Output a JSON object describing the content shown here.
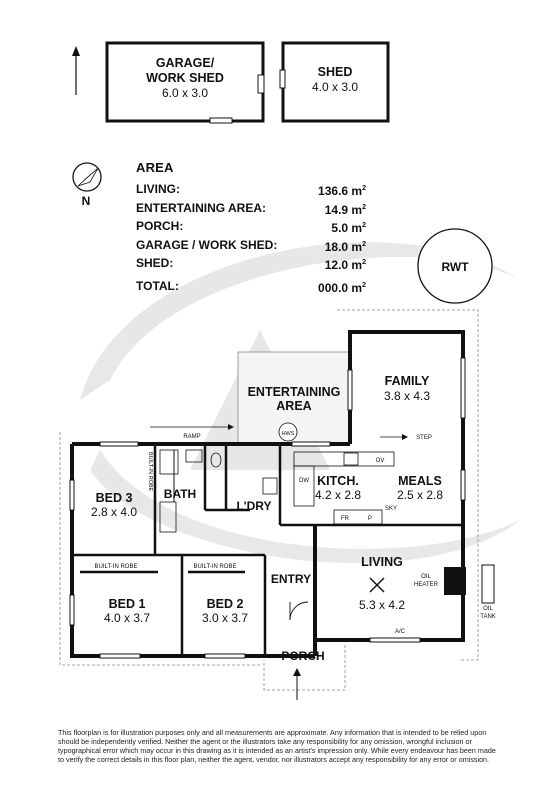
{
  "outbuildings": {
    "garage": {
      "name_line1": "GARAGE/",
      "name_line2": "WORK SHED",
      "size": "6.0 x 3.0"
    },
    "shed": {
      "name": "SHED",
      "size": "4.0 x 3.0"
    }
  },
  "compass": {
    "north_label": "N"
  },
  "area_table": {
    "title": "AREA",
    "rows": [
      {
        "label": "LIVING:",
        "value": "136.6 m",
        "unit_sup": "2"
      },
      {
        "label": "ENTERTAINING AREA:",
        "value": "14.9 m",
        "unit_sup": "2"
      },
      {
        "label": "PORCH:",
        "value": "5.0 m",
        "unit_sup": "2"
      },
      {
        "label": "GARAGE / WORK SHED:",
        "value": "18.0 m",
        "unit_sup": "2"
      },
      {
        "label": "SHED:",
        "value": "12.0 m",
        "unit_sup": "2"
      }
    ],
    "total": {
      "label": "TOTAL:",
      "value": "000.0 m",
      "unit_sup": "2"
    }
  },
  "rwt": "RWT",
  "rooms": {
    "entertaining": {
      "line1": "ENTERTAINING",
      "line2": "AREA"
    },
    "family": {
      "name": "FAMILY",
      "size": "3.8 x 4.3"
    },
    "bed3": {
      "name": "BED 3",
      "size": "2.8 x 4.0"
    },
    "bath": {
      "name": "BATH"
    },
    "ldry": {
      "name": "L'DRY"
    },
    "kitch": {
      "name": "KITCH.",
      "size": "4.2 x 2.8"
    },
    "meals": {
      "name": "MEALS",
      "size": "2.5 x 2.8"
    },
    "living": {
      "name": "LIVING",
      "size": "5.3 x 4.2"
    },
    "bed1": {
      "name": "BED 1",
      "size": "4.0 x 3.7"
    },
    "bed2": {
      "name": "BED 2",
      "size": "3.0 x 3.7"
    },
    "entry": {
      "name": "ENTRY"
    },
    "porch": {
      "name": "PORCH"
    }
  },
  "small_labels": {
    "ramp": "RAMP",
    "hws": "HWS",
    "step": "STEP",
    "built_in_robe_vertical": "BUILT-IN ROBE",
    "built_in_robe_bed1": "BUILT-IN ROBE",
    "built_in_robe_bed2": "BUILT-IN ROBE",
    "dw": "DW",
    "ov": "OV",
    "fr": "FR",
    "p": "P",
    "sky": "SKY",
    "oil_heater_1": "OIL",
    "oil_heater_2": "HEATER",
    "oil_tank_1": "OIL",
    "oil_tank_2": "TANK",
    "ac": "A/C"
  },
  "disclaimer": "This floorplan is for illustration purposes only and all measurements are approximate. Any information that is intended to be relied upon should be independently verified. Neither the agent or the illustrators take any responsibility for any omission, wrongful inclusion or typographical error which may occur in this drawing as it is intended as an artist's impression only. While every endeavour has been made to verify the correct details in this floor plan, neither the agent, vendor, nor illustrators accept any responsibility for any error or omission."
}
